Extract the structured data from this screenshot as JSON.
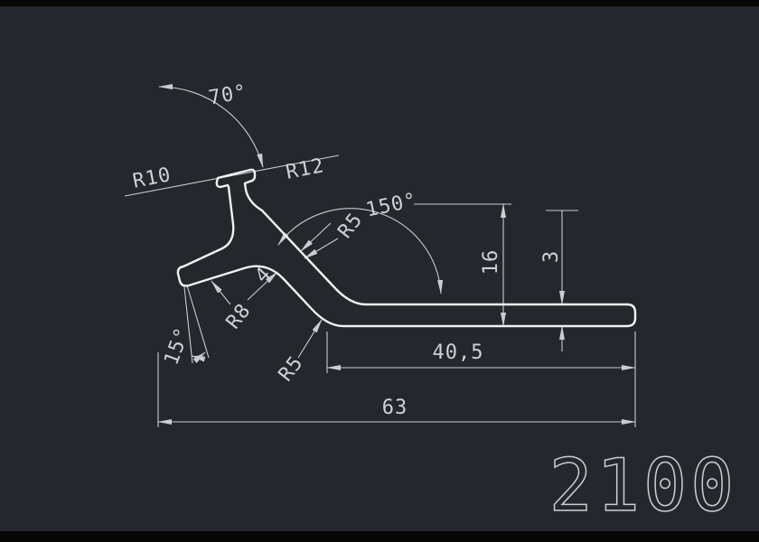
{
  "canvas": {
    "background": "#24272c",
    "letterbox_color": "#060607",
    "dimension_line_color": "#c9ced2",
    "profile_line_color": "#f0f2f4",
    "text_color": "#cdd2d6"
  },
  "labels": {
    "angle_top": "70°",
    "radius_r10": "R10",
    "radius_r12": "R12",
    "angle_mid": "150°",
    "radius_r5_upper": "R5",
    "thickness_web": "4",
    "radius_r8": "R8",
    "angle_left": "15°",
    "radius_r5_lower": "R5",
    "height_16": "16",
    "thickness_flat": "3",
    "length_inner": "40,5",
    "length_total": "63",
    "part_number": "2100"
  }
}
